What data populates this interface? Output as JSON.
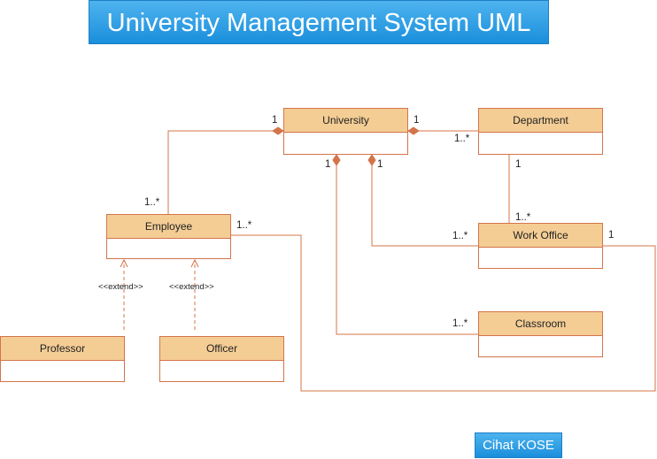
{
  "title": "University Management System UML",
  "author": "Cihat KOSE",
  "classes": {
    "university": "University",
    "department": "Department",
    "employee": "Employee",
    "work_office": "Work Office",
    "classroom": "Classroom",
    "professor": "Professor",
    "officer": "Officer"
  },
  "multiplicities": {
    "university_employee_1": "1",
    "university_employee_n": "1..*",
    "university_department_1": "1",
    "university_department_n": "1..*",
    "university_classroom_1": "1",
    "university_workoffice_1": "1",
    "department_workoffice_1": "1",
    "department_workoffice_n": "1..*",
    "workoffice_from_university_n": "1..*",
    "classroom_n": "1..*",
    "employee_workoffice_n": "1..*",
    "workoffice_employee_1": "1"
  },
  "stereotypes": {
    "professor_extend": "<<extend>>",
    "officer_extend": "<<extend>>"
  },
  "colors": {
    "line": "#d4744a",
    "class_header": "#f4cd95",
    "banner": "#1a8fdc"
  }
}
